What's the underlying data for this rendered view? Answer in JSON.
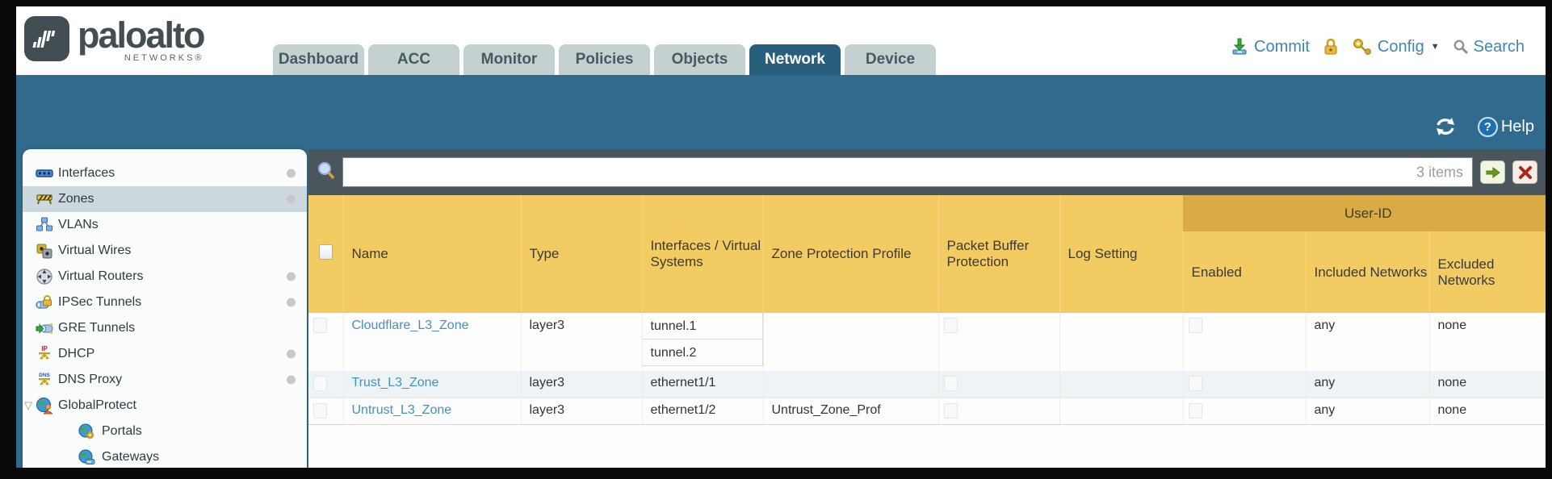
{
  "brand": {
    "name": "paloalto",
    "sub": "NETWORKS®"
  },
  "tabs": [
    {
      "label": "Dashboard",
      "active": false
    },
    {
      "label": "ACC",
      "active": false
    },
    {
      "label": "Monitor",
      "active": false
    },
    {
      "label": "Policies",
      "active": false
    },
    {
      "label": "Objects",
      "active": false
    },
    {
      "label": "Network",
      "active": true
    },
    {
      "label": "Device",
      "active": false
    }
  ],
  "utilities": {
    "commit": "Commit",
    "config": "Config",
    "search": "Search"
  },
  "toolbar": {
    "help": "Help"
  },
  "filter": {
    "value": "",
    "count": "3 items"
  },
  "sidebar": {
    "items": [
      {
        "label": "Interfaces"
      },
      {
        "label": "Zones"
      },
      {
        "label": "VLANs"
      },
      {
        "label": "Virtual Wires"
      },
      {
        "label": "Virtual Routers"
      },
      {
        "label": "IPSec Tunnels"
      },
      {
        "label": "GRE Tunnels"
      },
      {
        "label": "DHCP"
      },
      {
        "label": "DNS Proxy"
      },
      {
        "label": "GlobalProtect"
      },
      {
        "label": "Portals"
      },
      {
        "label": "Gateways"
      }
    ]
  },
  "table": {
    "group_header": "User-ID",
    "columns": {
      "name": "Name",
      "type": "Type",
      "interfaces": "Interfaces / Virtual Systems",
      "zone_protection_profile": "Zone Protection Profile",
      "packet_buffer_protection": "Packet Buffer Protection",
      "log_setting": "Log Setting",
      "enabled": "Enabled",
      "included_networks": "Included Networks",
      "excluded_networks": "Excluded Networks"
    },
    "rows": [
      {
        "name": "Cloudflare_L3_Zone",
        "type": "layer3",
        "interfaces": [
          "tunnel.1",
          "tunnel.2"
        ],
        "zone_protection_profile": "",
        "log_setting": "",
        "included_networks": "any",
        "excluded_networks": "none"
      },
      {
        "name": "Trust_L3_Zone",
        "type": "layer3",
        "interfaces": [
          "ethernet1/1"
        ],
        "zone_protection_profile": "",
        "log_setting": "",
        "included_networks": "any",
        "excluded_networks": "none"
      },
      {
        "name": "Untrust_L3_Zone",
        "type": "layer3",
        "interfaces": [
          "ethernet1/2"
        ],
        "zone_protection_profile": "Untrust_Zone_Prof",
        "log_setting": "",
        "included_networks": "any",
        "excluded_networks": "none"
      }
    ]
  },
  "colors": {
    "teal_bg": "#306b8d",
    "active_tab": "#295f7d",
    "gold_header": "#f2cb62",
    "gold_group": "#d9ab45",
    "filter_strip": "#4a555c",
    "link": "#4691bb",
    "sidebar_selected": "#ccd8dd",
    "util_blue": "#3d87b2"
  }
}
